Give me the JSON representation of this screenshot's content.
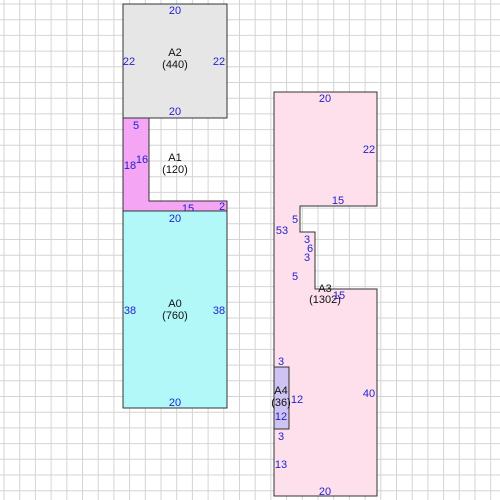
{
  "colors": {
    "grid": "#d4d4d4",
    "outline": "#333333",
    "dimension_text": "#1f1fd0",
    "label_text": "#111111"
  },
  "shapes": {
    "A0": {
      "name": "A0",
      "area": "(760)",
      "fill": "#b3f8f8",
      "dims": {
        "top": "20",
        "left": "38",
        "right": "38",
        "bottom": "20"
      }
    },
    "A1": {
      "name": "A1",
      "area": "(120)",
      "fill": "#f4a6f4",
      "dims": {
        "top": "5",
        "outer_left": "18",
        "inner_left": "16",
        "bottom_inner": "15",
        "bottom_right": "2"
      }
    },
    "A2": {
      "name": "A2",
      "area": "(440)",
      "fill": "#e6e6e6",
      "dims": {
        "top": "20",
        "left": "22",
        "right": "22",
        "bottom": "20"
      }
    },
    "A3": {
      "name": "A3",
      "area": "(1302)",
      "fill": "#fde0ec",
      "dims": {
        "top": "20",
        "right_upper": "22",
        "notch_top": "15",
        "notch_step_upper": "5",
        "notch_inner_upper": "3",
        "notch_inner_mid": "6",
        "notch_inner_lower": "3",
        "notch_step_lower": "5",
        "notch_bottom": "15",
        "left_long": "53",
        "right_lower": "40",
        "left_a": "3",
        "left_b": "3",
        "left_c": "13",
        "bottom": "20"
      }
    },
    "A4": {
      "name": "A4",
      "area": "(36)",
      "fill": "#cfc3f2",
      "dims": {
        "right": "12",
        "inner": "12"
      }
    }
  }
}
